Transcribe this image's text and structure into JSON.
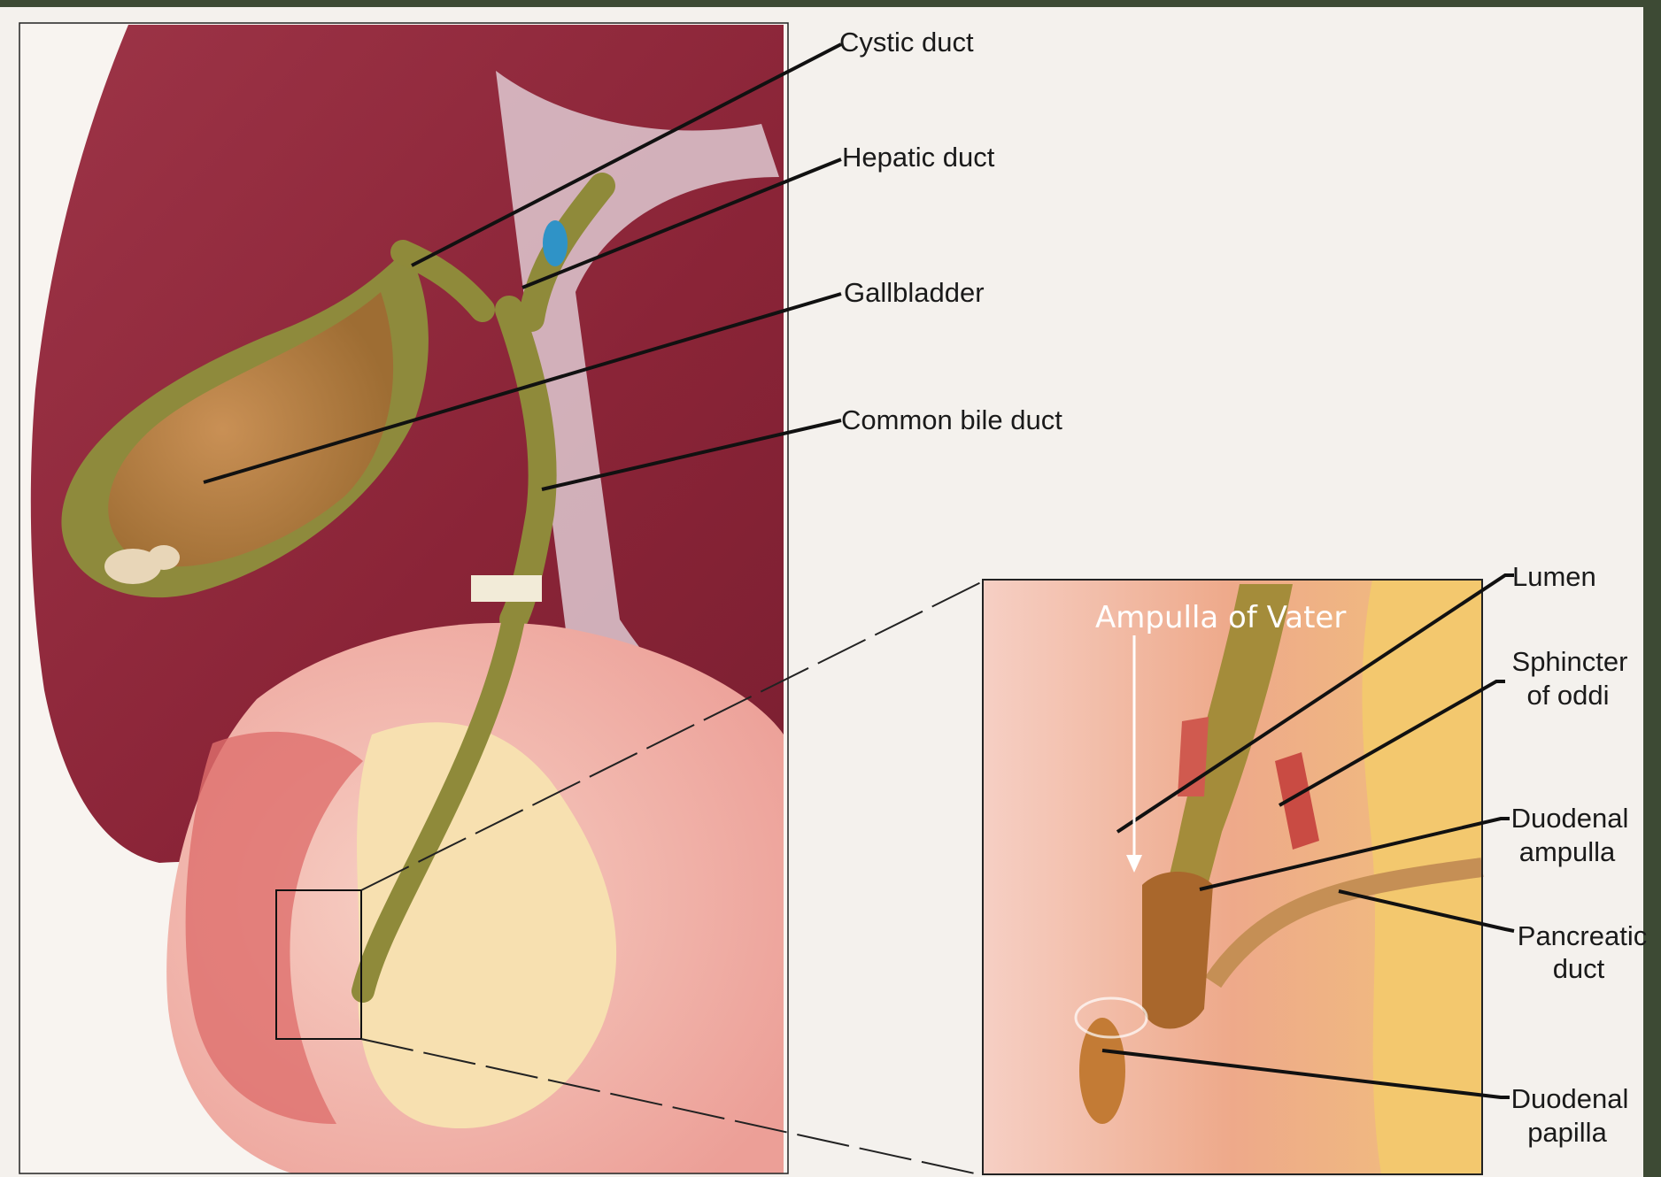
{
  "labels": {
    "cystic_duct": "Cystic duct",
    "hepatic_duct": "Hepatic duct",
    "gallbladder": "Gallbladder",
    "common_bile_duct": "Common bile duct",
    "lumen": "Lumen",
    "sphincter_of_oddi_1": "Sphincter",
    "sphincter_of_oddi_2": "of oddi",
    "duodenal_ampulla_1": "Duodenal",
    "duodenal_ampulla_2": "ampulla",
    "pancreatic_duct_1": "Pancreatic",
    "pancreatic_duct_2": "duct",
    "duodenal_papilla_1": "Duodenal",
    "duodenal_papilla_2": "papilla"
  },
  "overlay": {
    "ampulla_of_vater": "Ampulla of Vater"
  },
  "colors": {
    "liver": "#8e2a3a",
    "bile_duct": "#8f8a3a",
    "gallbladder_inner": "#b5854a",
    "duodenum": "#f2b9b0",
    "pancreas": "#f6dca8",
    "slide_frame": "#3d4a34"
  }
}
